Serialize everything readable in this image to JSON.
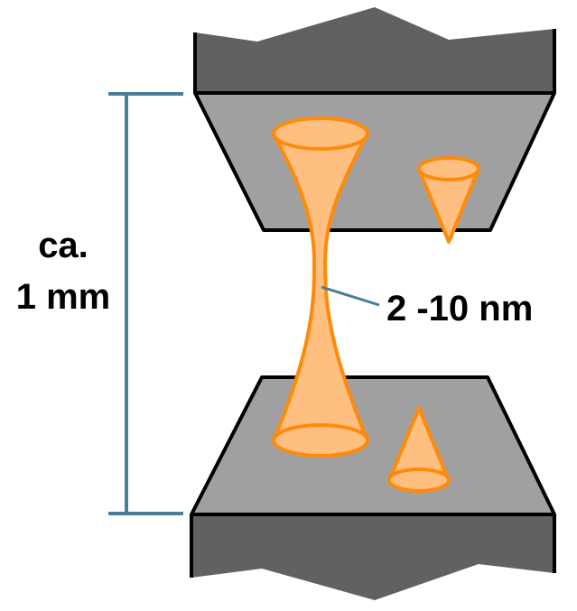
{
  "labels": {
    "distance_line1": "ca.",
    "distance_line2": "1 mm",
    "filament_width": "2 -10 nm"
  },
  "colors": {
    "electrode_dark": "#616161",
    "electrode_face": "#a0a0a0",
    "filament_fill": "#ffbf80",
    "filament_stroke": "#ff8a0a",
    "scale_bar": "#4a7e98"
  }
}
